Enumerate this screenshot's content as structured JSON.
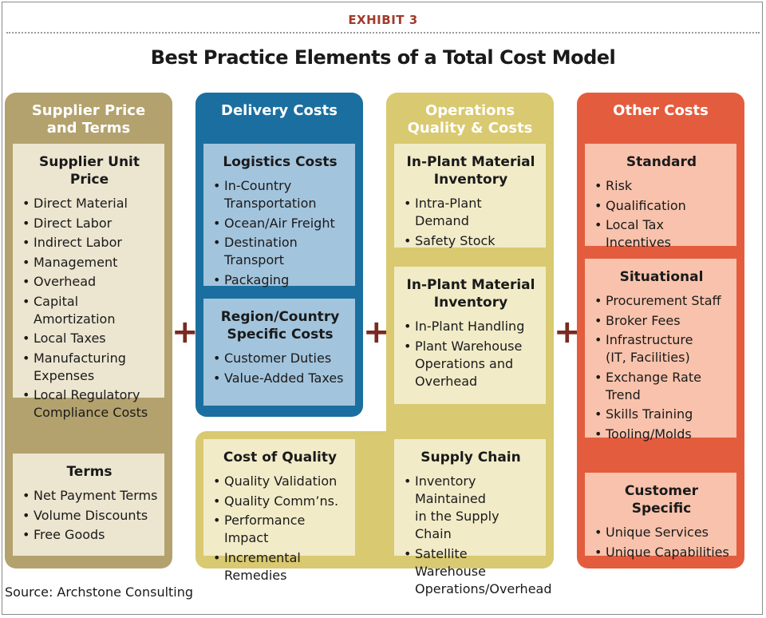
{
  "exhibit_label": "EXHIBIT 3",
  "title": "Best Practice Elements of a Total Cost Model",
  "source": "Source:  Archstone Consulting",
  "plus_sign": "+",
  "colors": {
    "supplier": "#b3a26e",
    "supplier_box": "#ece5d0",
    "delivery": "#1a6fa0",
    "delivery_box": "#a3c4dd",
    "operations": "#d9c970",
    "operations_box": "#f1ebc8",
    "other": "#e45c3e",
    "other_box": "#f8c2ac",
    "plus": "#7a2a20"
  },
  "columns": {
    "supplier": {
      "heading": "Supplier Price\nand Terms",
      "unit_price": {
        "title": "Supplier Unit Price",
        "items": [
          "Direct Material",
          "Direct Labor",
          "Indirect Labor",
          "Management",
          "Overhead",
          "Capital Amortization",
          "Local Taxes",
          "Manufacturing\nExpenses",
          "Local Regulatory\nCompliance Costs"
        ]
      },
      "terms": {
        "title": "Terms",
        "items": [
          "Net Payment Terms",
          "Volume Discounts",
          "Free Goods"
        ]
      }
    },
    "delivery": {
      "heading": "Delivery Costs",
      "logistics": {
        "title": "Logistics Costs",
        "items": [
          "In-Country\nTransportation",
          "Ocean/Air Freight",
          "Destination Transport",
          "Packaging"
        ]
      },
      "region": {
        "title": "Region/Country\nSpecific Costs",
        "items": [
          "Customer Duties",
          "Value-Added Taxes"
        ]
      }
    },
    "operations": {
      "heading": "Operations\nQuality & Costs",
      "inplant_inventory_1": {
        "title": "In-Plant Material\nInventory",
        "items": [
          "Intra-Plant Demand",
          "Safety Stock"
        ]
      },
      "inplant_inventory_2": {
        "title": "In-Plant Material\nInventory",
        "items": [
          "In-Plant Handling",
          "Plant Warehouse\nOperations and\nOverhead"
        ]
      },
      "cost_of_quality": {
        "title": "Cost of Quality",
        "items": [
          "Quality Validation",
          "Quality Comm’ns.",
          "Performance Impact",
          "Incremental Remedies"
        ]
      },
      "supply_chain": {
        "title": "Supply Chain",
        "items": [
          "Inventory Maintained\nin the Supply Chain",
          "Satellite Warehouse\nOperations/Overhead"
        ]
      }
    },
    "other": {
      "heading": "Other Costs",
      "standard": {
        "title": "Standard",
        "items": [
          "Risk",
          "Qualification",
          "Local Tax Incentives"
        ]
      },
      "situational": {
        "title": "Situational",
        "items": [
          "Procurement Staff",
          "Broker Fees",
          "Infrastructure\n(IT, Facilities)",
          "Exchange Rate Trend",
          "Skills Training",
          "Tooling/Molds"
        ]
      },
      "customer_specific": {
        "title": "Customer Specific",
        "items": [
          "Unique Services",
          "Unique Capabilities"
        ]
      }
    }
  }
}
